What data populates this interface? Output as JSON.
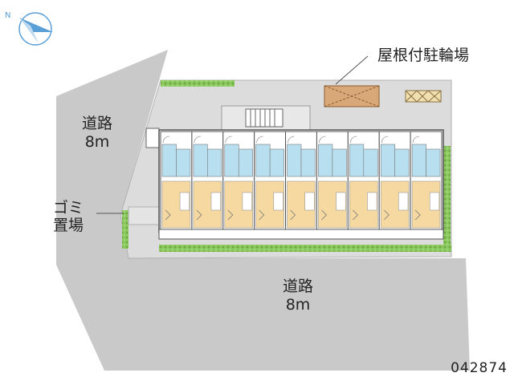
{
  "labels": {
    "road_west_name": "道路",
    "road_west_width": "8m",
    "road_south_name": "道路",
    "road_south_width": "8m",
    "garbage_line1": "ゴミ",
    "garbage_line2": "置場",
    "bike_parking": "屋根付駐輪場"
  },
  "property_id": "042874",
  "building": {
    "unit_count": 9
  },
  "colors": {
    "road": "#c9c9c9",
    "lot": "#dcdcdc",
    "hedge": "#8cc860",
    "unit_floor": "#f5d9a0",
    "wet_area": "#b8dff0",
    "bike_shed": "#d9a878",
    "compass": "#5a9fd6"
  }
}
